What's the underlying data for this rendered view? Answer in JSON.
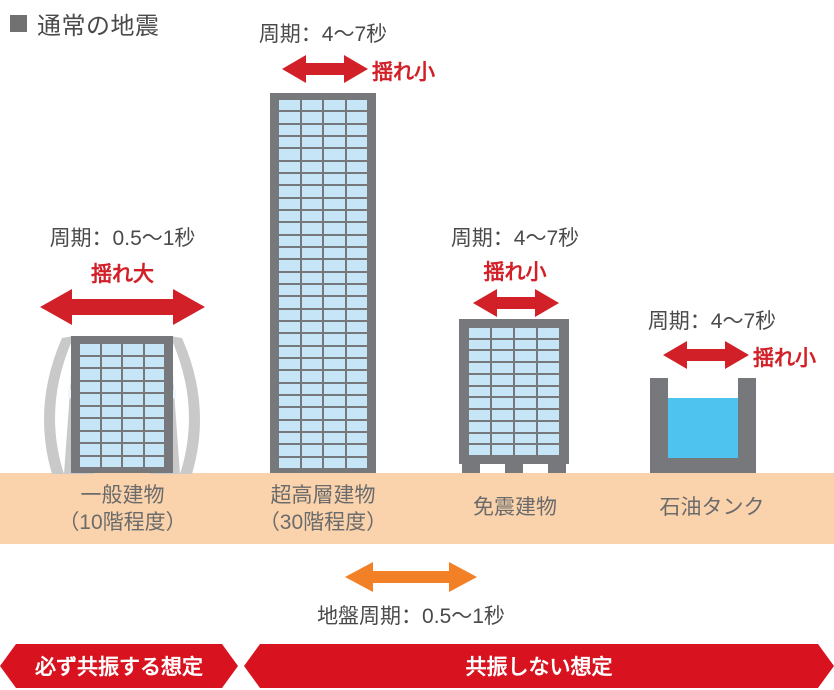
{
  "title": {
    "marker": "square-marker",
    "text": "通常の地震"
  },
  "colors": {
    "accent_red": "#d12027",
    "banner_red": "#d9121f",
    "ground_peach": "#fad3ac",
    "building_gray": "#77787b",
    "window_blue": "#c6e6f7",
    "liquid_blue": "#4ec3ef",
    "ghost_gray": "#c9c9c9",
    "orange_arrow": "#f28026",
    "text_gray": "#4a4a4a"
  },
  "structures": [
    {
      "id": "general-building",
      "period": "周期：0.5〜1秒",
      "shake": "揺れ大",
      "shake_size": "large",
      "ground_label_line1": "一般建物",
      "ground_label_line2": "（10階程度）",
      "floors": 10,
      "window_columns": 4,
      "swaying": true
    },
    {
      "id": "skyscraper",
      "period": "周期：4〜7秒",
      "shake": "揺れ小",
      "shake_size": "small",
      "ground_label_line1": "超高層建物",
      "ground_label_line2": "（30階程度）",
      "floors": 30,
      "window_columns": 4,
      "swaying": false
    },
    {
      "id": "base-isolated-building",
      "period": "周期：4〜7秒",
      "shake": "揺れ小",
      "shake_size": "small",
      "ground_label_line1": "免震建物",
      "ground_label_line2": "",
      "floors": 11,
      "window_columns": 4,
      "swaying": false
    },
    {
      "id": "oil-tank",
      "period": "周期：4〜7秒",
      "shake": "揺れ小",
      "shake_size": "small",
      "ground_label_line1": "石油タンク",
      "ground_label_line2": "",
      "floors": 0,
      "window_columns": 0,
      "swaying": false
    }
  ],
  "ground_period": {
    "label": "地盤周期：0.5〜1秒",
    "arrow": "orange-double-arrow"
  },
  "banners": [
    {
      "id": "resonance-certain",
      "text": "必ず共振する想定"
    },
    {
      "id": "no-resonance",
      "text": "共振しない想定"
    }
  ]
}
